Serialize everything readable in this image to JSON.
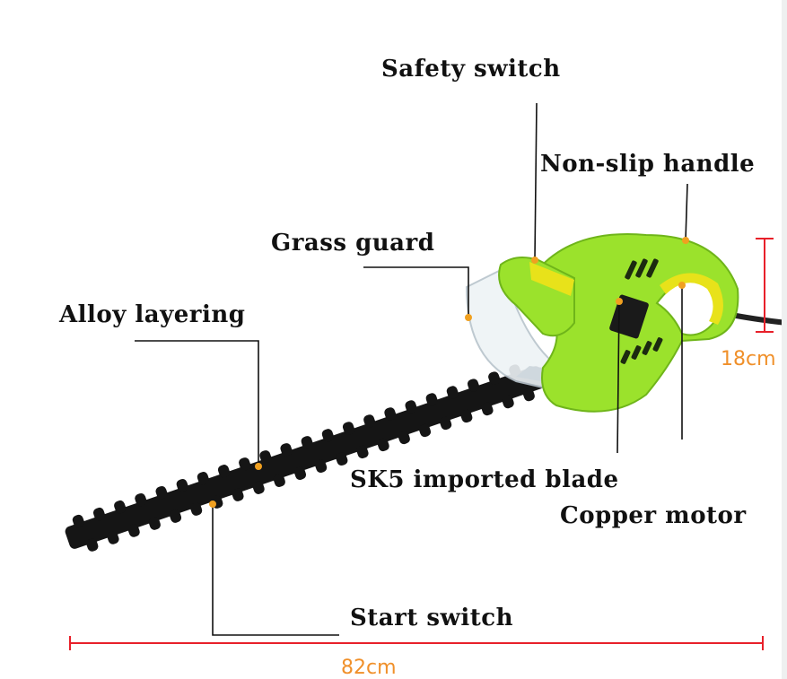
{
  "labels": {
    "safety_switch": "Safety switch",
    "non_slip_handle": "Non-slip handle",
    "grass_guard": "Grass guard",
    "alloy_layering": "Alloy layering",
    "sk5_blade": "SK5 imported blade",
    "copper_motor": "Copper motor",
    "start_switch": "Start switch"
  },
  "dimensions": {
    "height": "18cm",
    "length": "82cm"
  },
  "colors": {
    "body_green": "#9be22c",
    "body_dark": "#6fb51a",
    "accent_yellow": "#e8e21a",
    "blade_black": "#151515",
    "dimension_red": "#e8202a",
    "dimension_text": "#f0902a",
    "marker_dot": "#f0a020"
  }
}
